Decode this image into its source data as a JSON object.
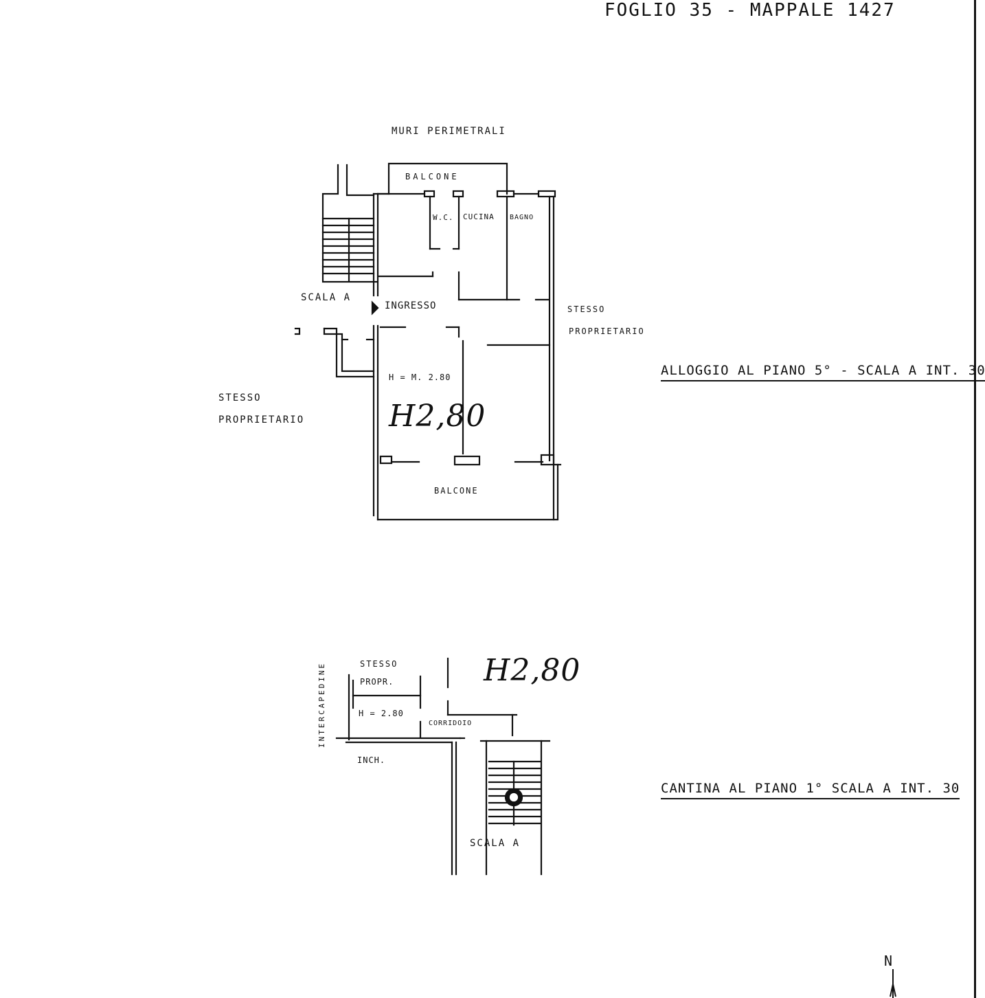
{
  "sheet": {
    "title": "FOGLIO 35 - MAPPALE 1427"
  },
  "apartment": {
    "caption": "ALLOGGIO AL PIANO 5° - SCALA A INT. 30",
    "height_note": "H = m. 2.80",
    "height_big": "H2,80",
    "labels": {
      "top_walls": "MURI PERIMETRALI",
      "balcony_top": "BALCONE",
      "wc": "W.C.",
      "kitchen": "CUCINA",
      "bath": "BAGNO",
      "stair": "SCALA A",
      "entrance": "INGRESSO",
      "same_owner_right_1": "STESSO",
      "same_owner_right_2": "PROPRIETARIO",
      "same_owner_left_1": "STESSO",
      "same_owner_left_2": "PROPRIETARIO",
      "balcony_bottom": "BALCONE"
    }
  },
  "cellar": {
    "caption": "CANTINA AL PIANO 1° SCALA A INT. 30",
    "height_note": "H = 2.80",
    "height_big": "H2,80",
    "labels": {
      "same_owner_1": "STESSO",
      "same_owner_2": "PROPR.",
      "corridor": "CORRIDOIO",
      "intercapedine": "INTERCAPEDINE",
      "intercap_short": "INCH.",
      "stair": "SCALA A"
    }
  },
  "north_label": "N"
}
